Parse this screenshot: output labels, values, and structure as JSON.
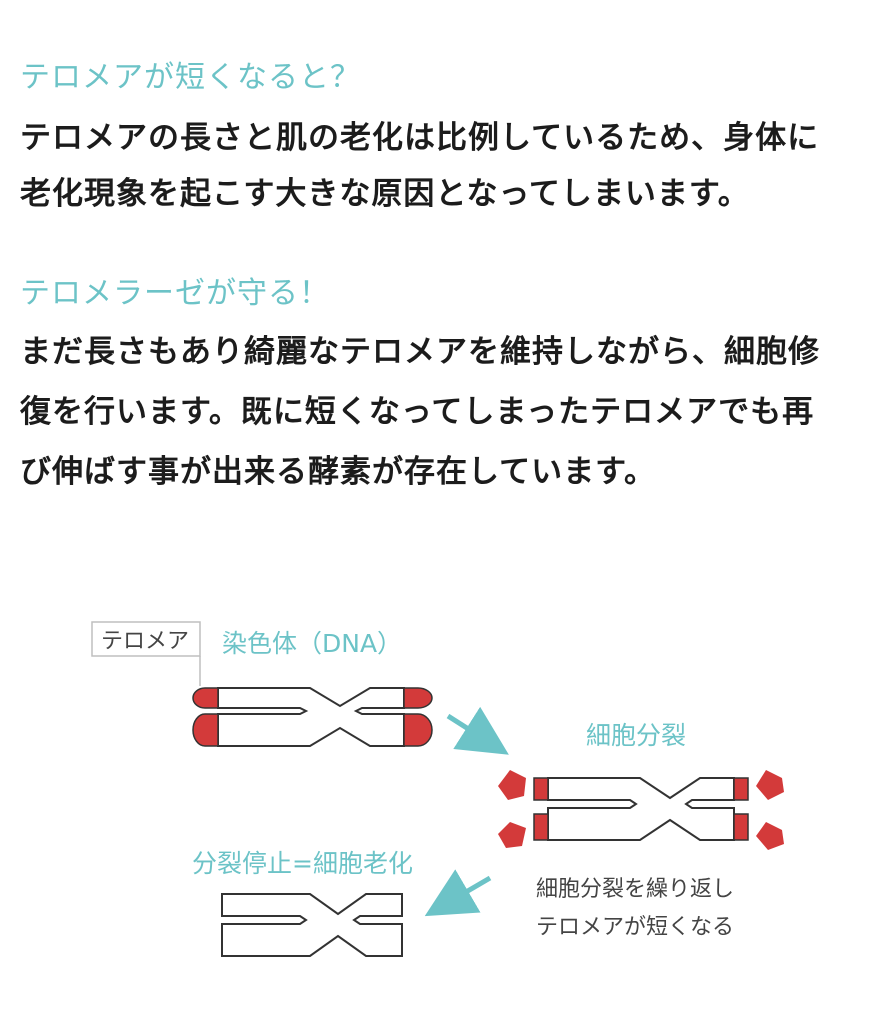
{
  "section1": {
    "heading": "テロメアが短くなると？",
    "lines": [
      "テロメアの長さと肌の老化は比例しているため、身体に",
      "老化現象を起こす大きな原因となってしまいます。"
    ]
  },
  "section2": {
    "heading": "テロメラーゼが守る！",
    "lines": [
      "まだ長さもあり綺麗なテロメアを維持しながら、細胞修",
      "復を行います。既に短くなってしまったテロメアでも再",
      "び伸ばす事が出来る酵素が存在しています。"
    ]
  },
  "diagram": {
    "telomere_label": "テロメア",
    "chromosome_label": "染色体（DNA）",
    "division_label": "細胞分裂",
    "arrest_label": "分裂停止=細胞老化",
    "repeat_note": [
      "細胞分裂を繰り返し",
      "テロメアが短くなる"
    ],
    "colors": {
      "telomere": "#d33a3a",
      "accent": "#6cc3c7",
      "outline": "#333333"
    }
  }
}
